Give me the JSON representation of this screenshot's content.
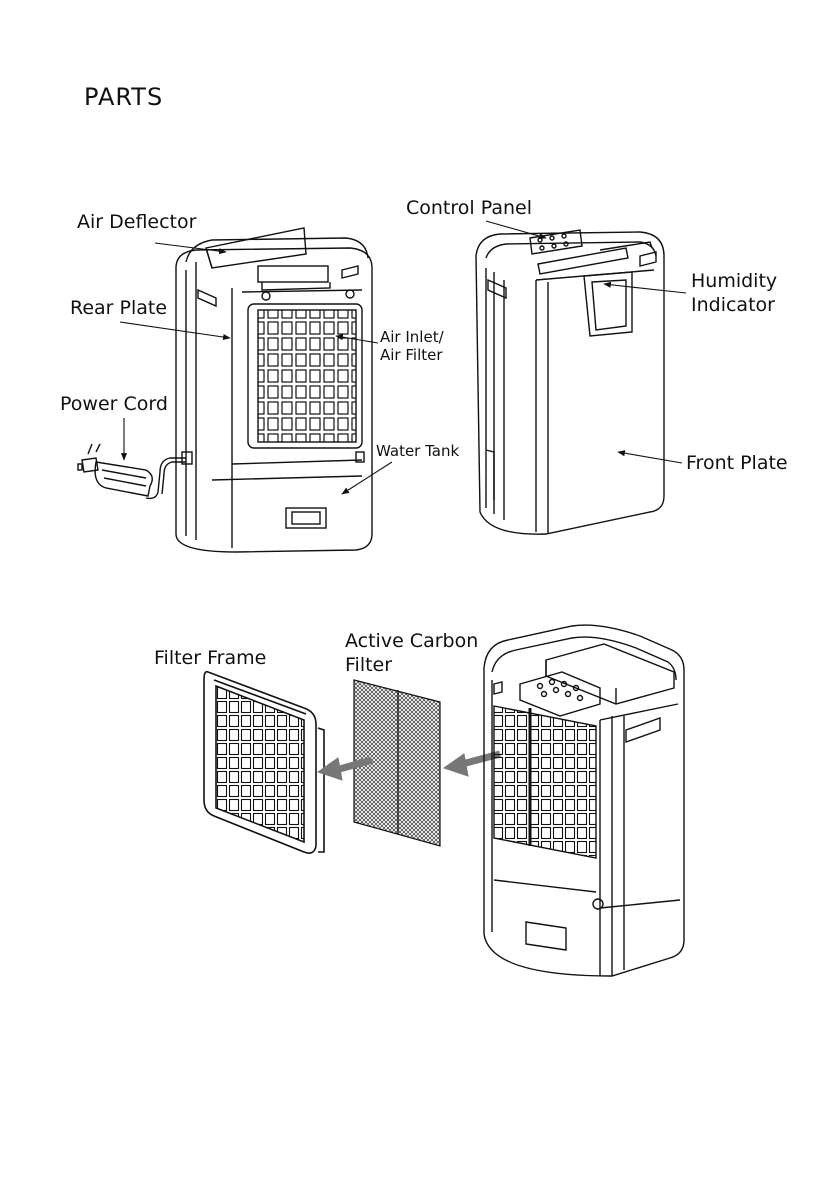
{
  "page": {
    "section_title": "PARTS"
  },
  "labels": {
    "air_deflector": "Air Deflector",
    "control_panel": "Control Panel",
    "rear_plate": "Rear Plate",
    "humidity_indicator_1": "Humidity",
    "humidity_indicator_2": "Indicator",
    "air_inlet_1": "Air Inlet/",
    "air_inlet_2": "Air Filter",
    "power_cord": "Power Cord",
    "water_tank": "Water Tank",
    "front_plate": "Front Plate",
    "active_carbon_1": "Active Carbon",
    "active_carbon_2": "Filter",
    "filter_frame": "Filter Frame"
  },
  "colors": {
    "line": "#111111",
    "arrow_fill": "#777777",
    "mesh": "#333333"
  }
}
